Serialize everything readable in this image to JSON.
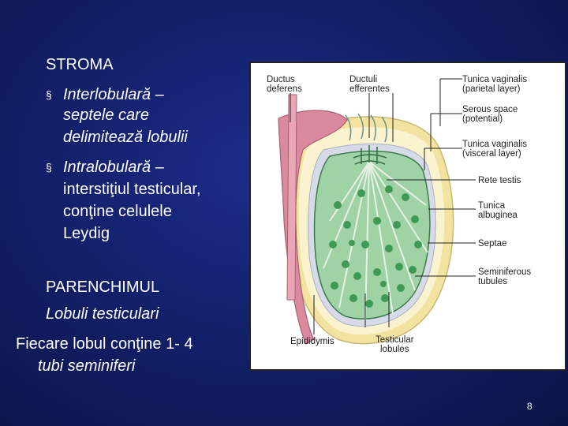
{
  "text": {
    "stroma_heading": "STROMA",
    "bullet_1_line_1": "Interlobulară –",
    "bullet_1_line_2": "septele care",
    "bullet_1_line_3": "delimitează lobulii",
    "bullet_2_line_1": "Intralobulară –",
    "bullet_2_line_2": "interstiţiul testicular,",
    "bullet_2_line_3": "conţine celulele",
    "bullet_2_line_4": "Leydig",
    "parenchim_heading": "PARENCHIMUL",
    "parenchim_sub": "Lobuli testiculari",
    "fiecare_line_1": "Fiecare lobul conţine 1- 4",
    "fiecare_line_2": "tubi seminiferi",
    "bullet_symbol": "§"
  },
  "figure": {
    "labels": {
      "ductus_deferens_1": "Ductus",
      "ductus_deferens_2": "deferens",
      "ductuli_efferentes_1": "Ductuli",
      "ductuli_efferentes_2": "efferentes",
      "tunica_parietal_1": "Tunica vaginalis",
      "tunica_parietal_2": "(parietal layer)",
      "serous_space_1": "Serous space",
      "serous_space_2": "(potential)",
      "tunica_visceral_1": "Tunica vaginalis",
      "tunica_visceral_2": "(visceral layer)",
      "rete_testis": "Rete testis",
      "tunica_albuginea_1": "Tunica",
      "tunica_albuginea_2": "albuginea",
      "septae": "Septae",
      "seminiferous_1": "Seminiferous",
      "seminiferous_2": "tubules",
      "epididymis": "Epididymis",
      "testicular_lobules_1": "Testicular",
      "testicular_lobules_2": "lobules"
    },
    "colors": {
      "tunica_parietal": "#f2e3a0",
      "serous_space": "#fbf3cf",
      "tunica_visceral": "#d7dbe8",
      "testis_fill": "#9fd3a6",
      "tubule_green": "#3f9a55",
      "epididymis_pink": "#d98a9e",
      "ductus_pink": "#e9a6b6"
    }
  },
  "slide_number": "8"
}
